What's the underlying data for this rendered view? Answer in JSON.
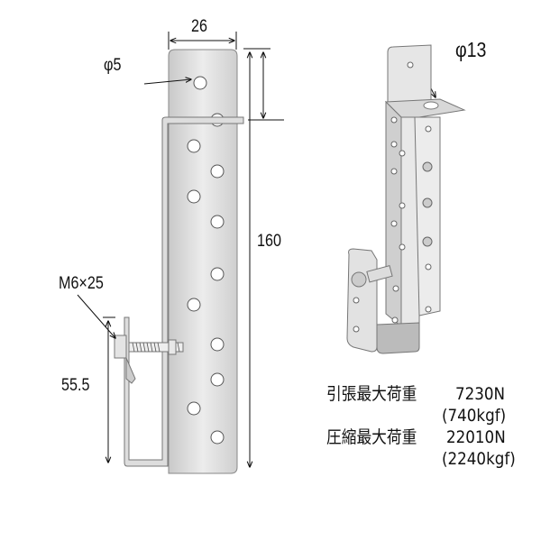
{
  "dimensions": {
    "width": "26",
    "hole_diameter": "φ5",
    "length": "160",
    "bolt": "M6×25",
    "hook_height": "55.5",
    "large_hole_diameter": "φ13"
  },
  "specs": {
    "tension_label": "引張最大荷重",
    "tension_value": "7230N",
    "tension_kgf": "(740kgf)",
    "compression_label": "圧縮最大荷重",
    "compression_value": "22010N",
    "compression_kgf": "(2240kgf)"
  }
}
